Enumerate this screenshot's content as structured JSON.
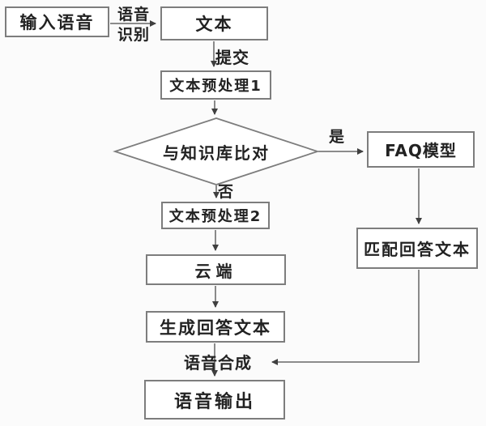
{
  "diagram": {
    "type": "flowchart",
    "language": "zh-CN",
    "nodes": {
      "input_speech": {
        "label": "输入语音",
        "shape": "rect"
      },
      "text": {
        "label": "文本",
        "shape": "rect"
      },
      "preprocess1": {
        "label": "文本预处理1",
        "shape": "rect"
      },
      "compare_kb": {
        "label": "与知识库比对",
        "shape": "diamond"
      },
      "faq_model": {
        "label": "FAQ模型",
        "shape": "rect"
      },
      "match_answer": {
        "label": "匹配回答文本",
        "shape": "rect"
      },
      "preprocess2": {
        "label": "文本预处理2",
        "shape": "rect"
      },
      "cloud": {
        "label": "云端",
        "shape": "rect"
      },
      "generate_answer": {
        "label": "生成回答文本",
        "shape": "rect"
      },
      "speech_output": {
        "label": "语音输出",
        "shape": "rect"
      }
    },
    "edge_labels": {
      "asr_line1": "语音",
      "asr_line2": "识别",
      "submit": "提交",
      "yes": "是",
      "no": "否",
      "tts": "语音合成"
    },
    "edges": [
      {
        "from": "input_speech",
        "to": "text",
        "label": "语音识别"
      },
      {
        "from": "text",
        "to": "preprocess1",
        "label": "提交"
      },
      {
        "from": "preprocess1",
        "to": "compare_kb",
        "label": ""
      },
      {
        "from": "compare_kb",
        "to": "faq_model",
        "label": "是"
      },
      {
        "from": "compare_kb",
        "to": "preprocess2",
        "label": "否"
      },
      {
        "from": "preprocess2",
        "to": "cloud",
        "label": ""
      },
      {
        "from": "cloud",
        "to": "generate_answer",
        "label": ""
      },
      {
        "from": "generate_answer",
        "to": "speech_output",
        "label": "语音合成"
      },
      {
        "from": "faq_model",
        "to": "match_answer",
        "label": ""
      },
      {
        "from": "match_answer",
        "to": "speech_output_junction",
        "label": ""
      }
    ],
    "colors": {
      "line": "#7d7d7d",
      "arrowhead": "#3f3f3f",
      "box_border": "#7d7d7d",
      "box_fill": "#ffffff",
      "text": "#222222",
      "background": "#fbfbfb"
    }
  }
}
